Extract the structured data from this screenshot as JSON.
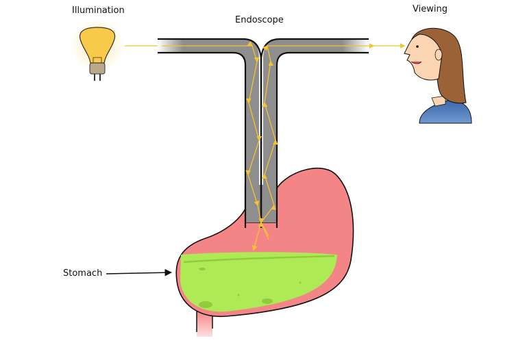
{
  "labels": {
    "illumination": "Illumination",
    "endoscope": "Endoscope",
    "viewing": "Viewing",
    "stomach": "Stomach"
  },
  "colors": {
    "light_ray": "#f5c330",
    "bulb": "#f9c94a",
    "bulb_glow": "#fde7a6",
    "bulb_base": "#b9a98c",
    "endoscope_fill": "#8e8e8e",
    "outline": "#111111",
    "stomach_wall": "#f48587",
    "stomach_contents": "#aeea55",
    "stomach_contents_dark": "#8fcc3e",
    "skin": "#fbd5b2",
    "hair": "#9a6236",
    "shirt": "#3f6fb0"
  }
}
